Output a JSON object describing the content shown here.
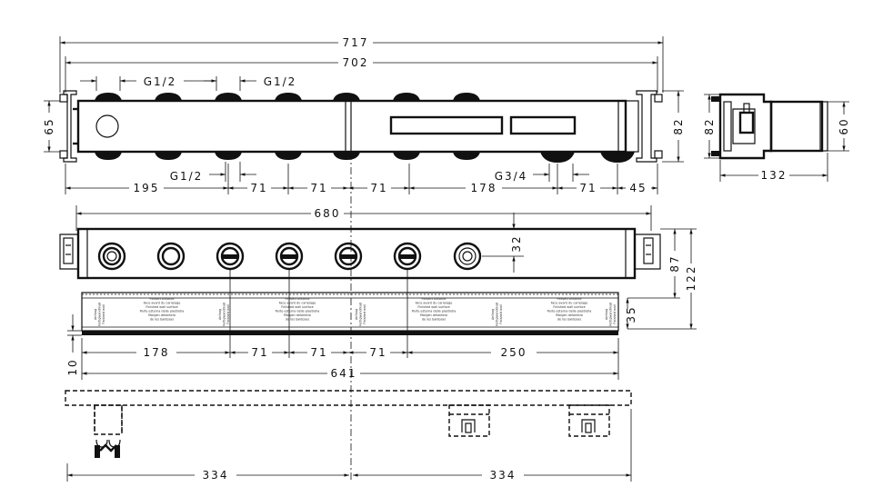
{
  "dimensions": {
    "overall_717": "717",
    "overall_702": "702",
    "height_65": "65",
    "height_82_front": "82",
    "height_82_side": "82",
    "height_60_side": "60",
    "depth_132": "132",
    "thread_g12_top_left": "G1/2",
    "thread_g12_top_right": "G1/2",
    "thread_g12_bottom": "G1/2",
    "thread_g34_bottom": "G3/4",
    "top_spacing": [
      "195",
      "71",
      "71",
      "71",
      "178",
      "71",
      "45"
    ],
    "width_680": "680",
    "dim_32": "32",
    "dim_87": "87",
    "dim_122": "122",
    "dim_35": "35",
    "dim_10": "10",
    "front_spacing": [
      "178",
      "71",
      "71",
      "71",
      "250"
    ],
    "width_641": "641",
    "bottom_half_left": "334",
    "bottom_half_right": "334"
  },
  "finished_wall_label": {
    "lines": [
      "Fliesenrohkante",
      "Face avant du carrelage",
      "Finished wall surface",
      "Parte esterna della piastrella",
      "Margen delantero",
      "de los baldosas"
    ],
    "side": [
      "Anfang",
      "Fertigwandmaß",
      "Finished wall"
    ]
  }
}
